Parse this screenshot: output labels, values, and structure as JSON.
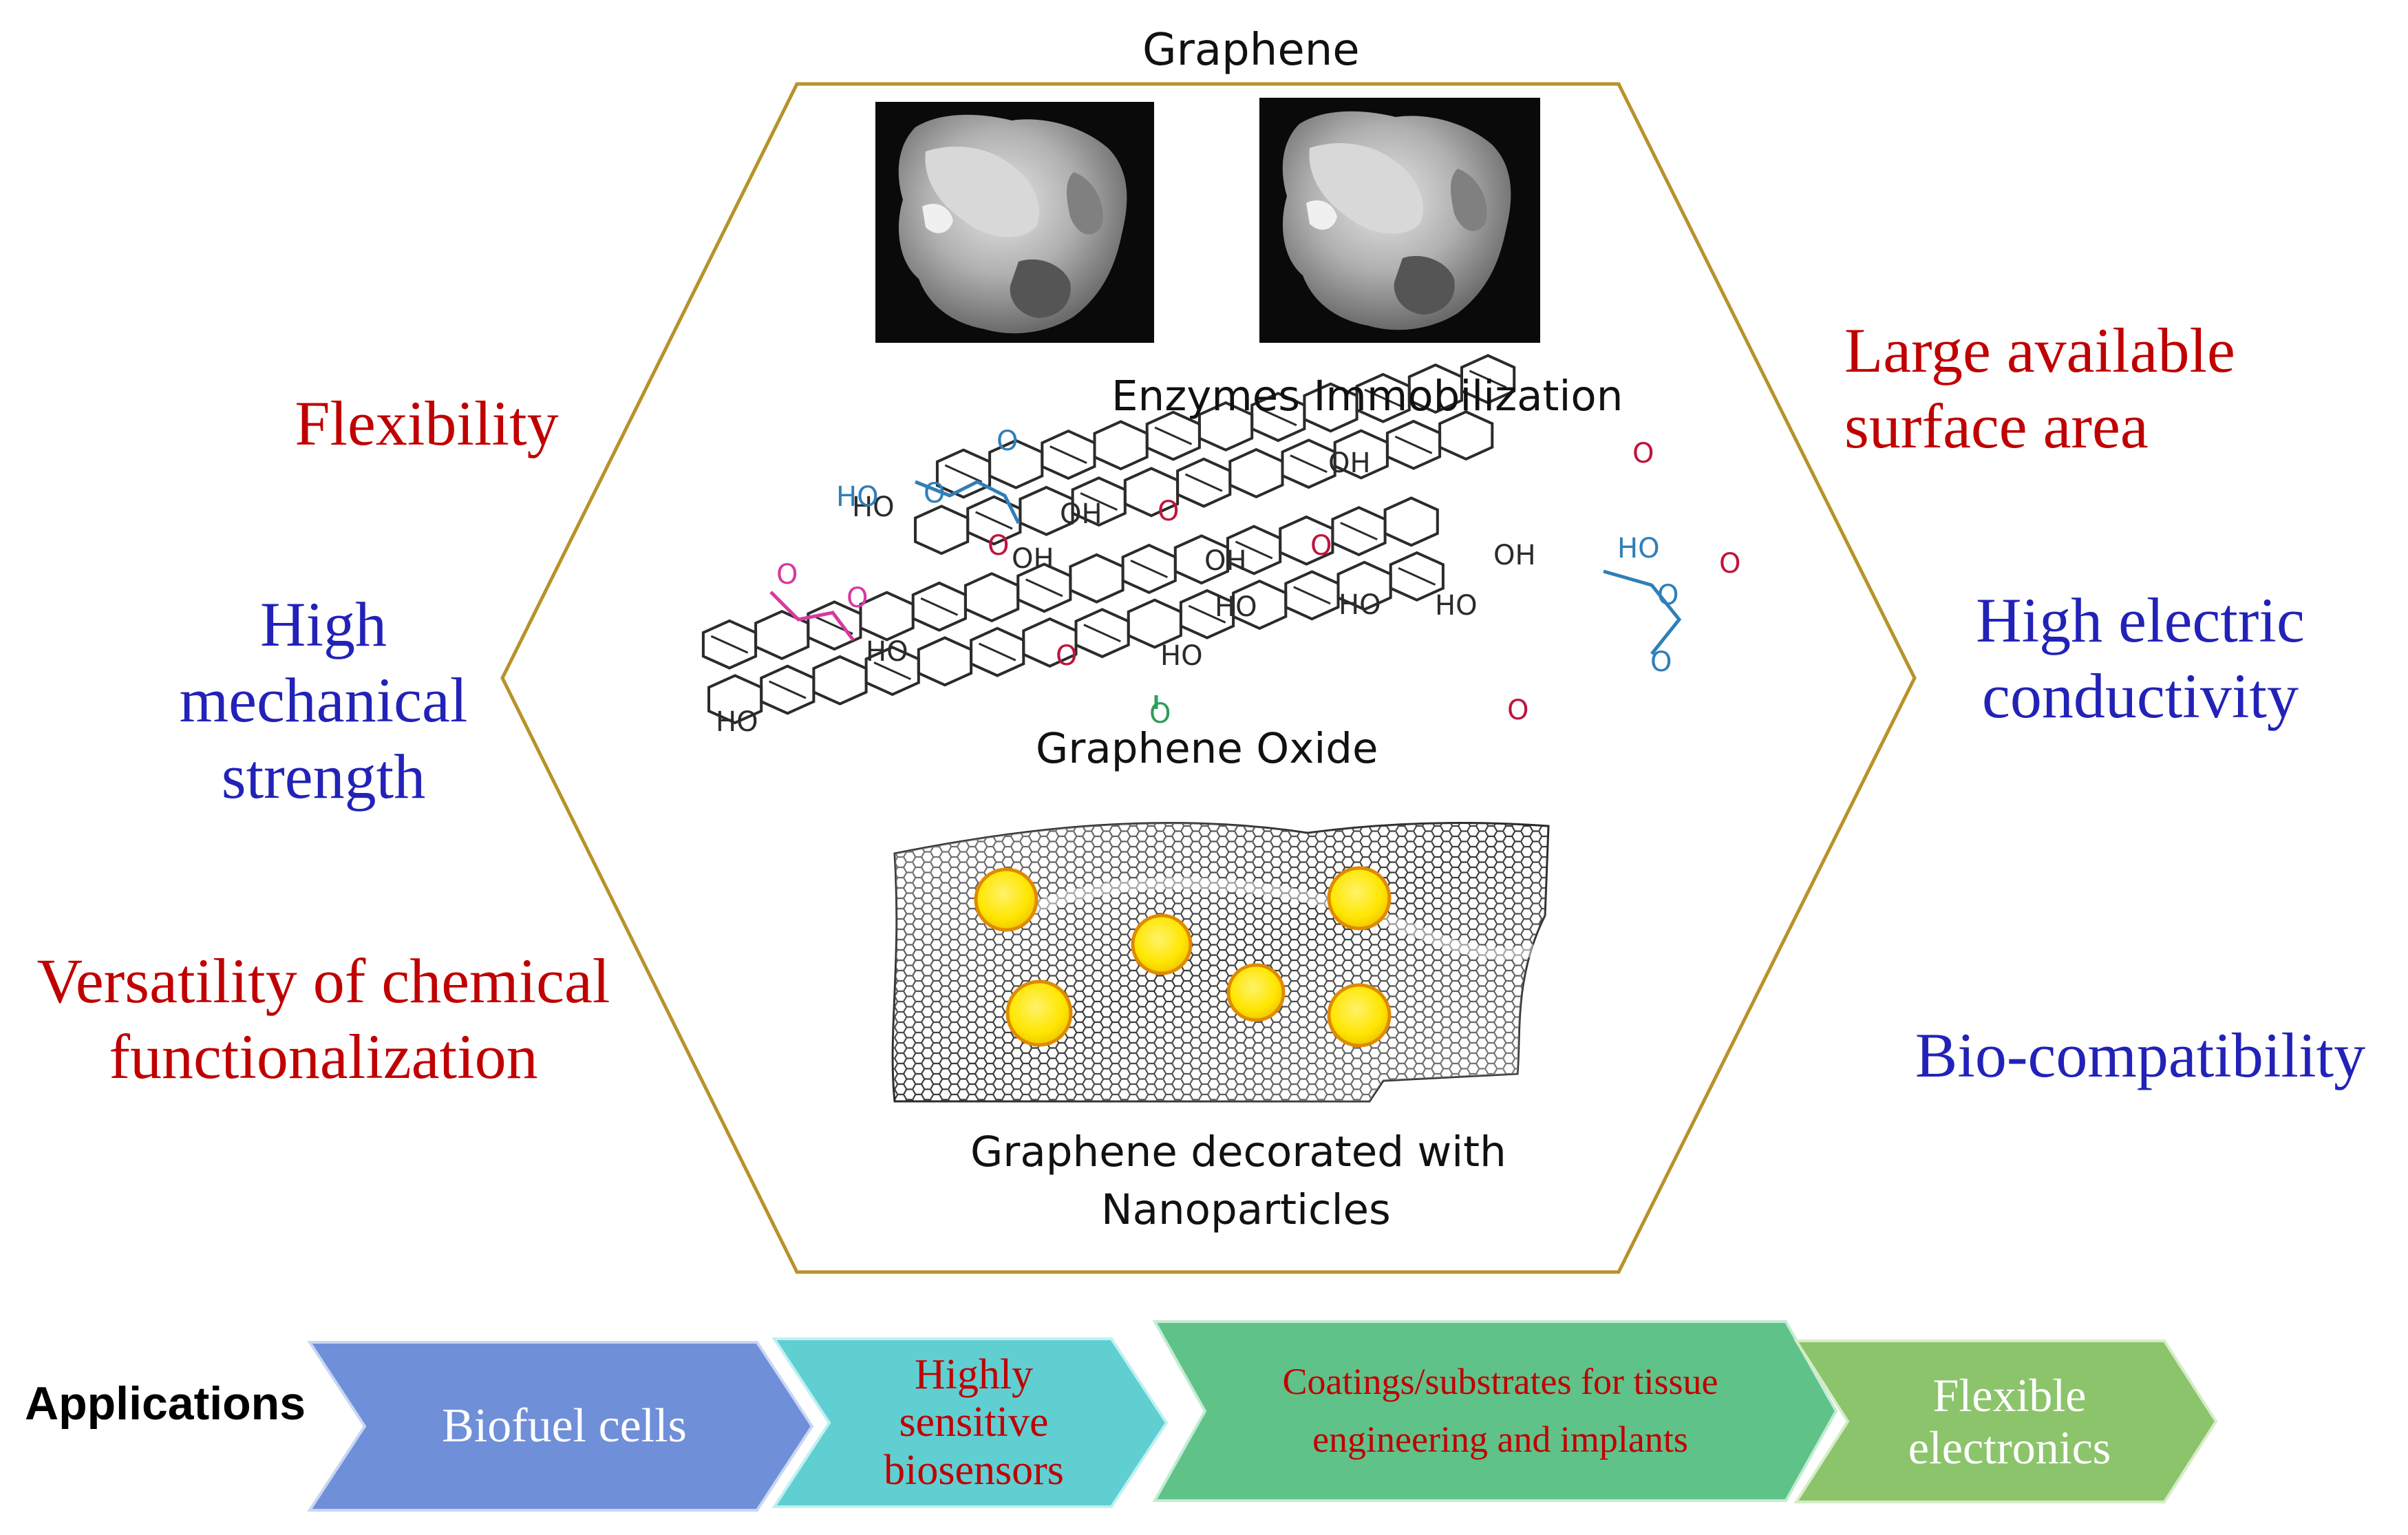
{
  "top_label": "Graphene",
  "image_labels": {
    "enzymes": "Enzymes Immobilization",
    "graphene_oxide": "Graphene Oxide",
    "nanoparticles_line1": "Graphene  decorated with",
    "nanoparticles_line2": "Nanoparticles"
  },
  "properties_left": [
    {
      "lines": [
        "Flexibility"
      ],
      "color": "#c00000"
    },
    {
      "lines": [
        "High",
        "mechanical",
        "strength"
      ],
      "color": "#2222b8"
    },
    {
      "lines": [
        "Versatility of chemical",
        "functionalization"
      ],
      "color": "#c00000"
    }
  ],
  "properties_right": [
    {
      "lines": [
        "Large available",
        "surface area"
      ],
      "color": "#c00000"
    },
    {
      "lines": [
        "High electric",
        "conductivity"
      ],
      "color": "#2222b8"
    },
    {
      "lines": [
        "Bio-compatibility"
      ],
      "color": "#2222b8"
    }
  ],
  "molecule_groups": {
    "hydroxyl": "OH",
    "hydroxyl_rev": "HO",
    "epoxide": "O"
  },
  "applications": {
    "title": "Applications",
    "items": [
      {
        "lines": [
          "Biofuel cells"
        ],
        "fill": "#6f8fd8",
        "text_color": "#ffffff"
      },
      {
        "lines": [
          "Highly",
          "sensitive",
          "biosensors"
        ],
        "fill": "#5fcfd2",
        "text_color": "#c00000"
      },
      {
        "lines": [
          "Coatings/substrates for tissue",
          "engineering and implants"
        ],
        "fill": "#5fc289",
        "text_color": "#c00000"
      },
      {
        "lines": [
          "Flexible",
          "electronics"
        ],
        "fill": "#8cc46c",
        "text_color": "#ffffff"
      }
    ]
  },
  "colors": {
    "hexagon_border": "#b8922a",
    "nanoparticle": "#ffee00",
    "nanoparticle_edge": "#e08a00"
  }
}
